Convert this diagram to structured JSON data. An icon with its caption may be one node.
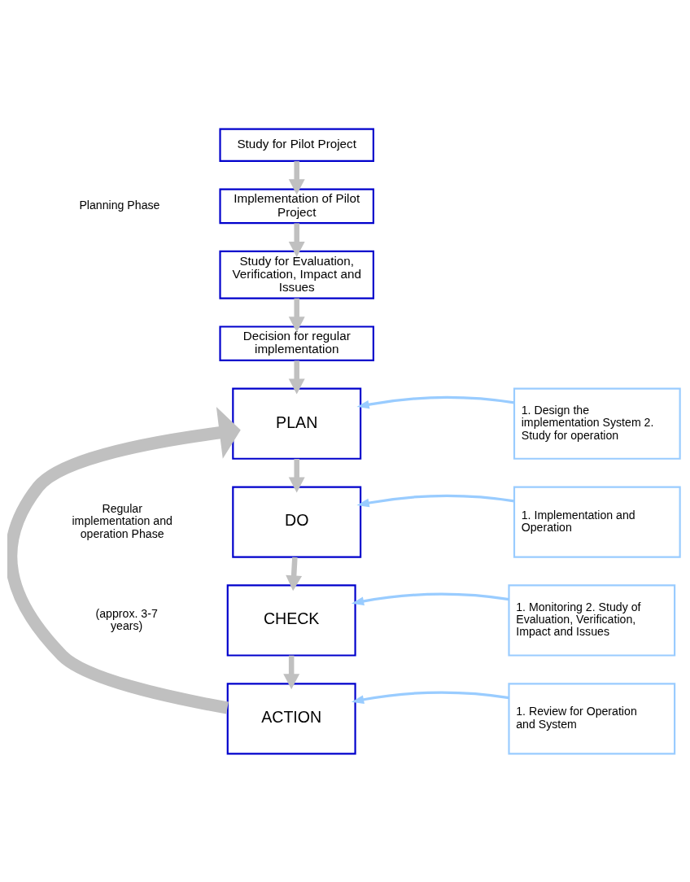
{
  "diagram": {
    "nodes": [
      {
        "text": [
          "Study for Pilot Project"
        ]
      },
      {
        "text": [
          "Implementation of Pilot Project"
        ]
      },
      {
        "text": [
          "Study for Evaluation, Verification, Impact and Issues"
        ]
      },
      {
        "text": [
          "Decision for regular implementation"
        ]
      },
      {
        "text": [
          "PLAN"
        ]
      },
      {
        "text": [
          "DO"
        ]
      },
      {
        "text": [
          "CHECK"
        ]
      },
      {
        "text": [
          "ACTION"
        ]
      },
      {
        "text": [
          "1. Design the implementation System 2. Study for operation"
        ]
      },
      {
        "text": [
          "1. Implementation and Operation"
        ]
      },
      {
        "text": [
          "1. Monitoring 2. Study of Evaluation, Verification, Impact and Issues"
        ]
      },
      {
        "text": [
          "1. Review for Operation and System"
        ]
      }
    ],
    "edges": [
      {
        "from": 0,
        "to": 1,
        "arrow": "to"
      },
      {
        "from": 1,
        "to": 2,
        "arrow": "to"
      },
      {
        "from": 2,
        "to": 3,
        "arrow": "to"
      },
      {
        "from": 3,
        "to": 4,
        "arrow": "to"
      },
      {
        "from": 4,
        "to": 5,
        "arrow": "to"
      },
      {
        "from": 5,
        "to": 6,
        "arrow": "to"
      },
      {
        "from": 6,
        "to": 7,
        "arrow": "to"
      },
      {
        "from": 7,
        "to": 4,
        "arrow": "to",
        "style": "thick"
      },
      {
        "from": 8,
        "to": 4,
        "arrow": "to",
        "color": "#99ccff"
      },
      {
        "from": 9,
        "to": 5,
        "arrow": "to",
        "color": "#99ccff"
      },
      {
        "from": 10,
        "to": 6,
        "arrow": "to",
        "color": "#99ccff"
      },
      {
        "from": 11,
        "to": 7,
        "arrow": "to",
        "color": "#99ccff"
      }
    ],
    "labels": [
      "Planning Phase",
      "Regular implementation and operation Phase",
      "(approx. 3-7 years)"
    ]
  }
}
